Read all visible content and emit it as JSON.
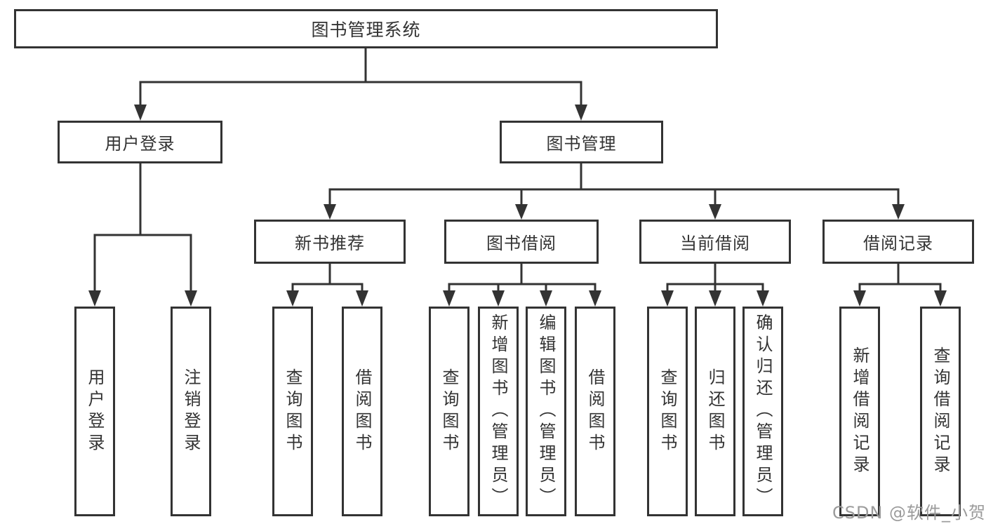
{
  "title": {
    "label": "图书管理系统"
  },
  "level2": [
    {
      "label": "用户登录"
    },
    {
      "label": "图书管理"
    }
  ],
  "level3": [
    {
      "label": "新书推荐"
    },
    {
      "label": "图书借阅"
    },
    {
      "label": "当前借阅"
    },
    {
      "label": "借阅记录"
    }
  ],
  "leaves": [
    {
      "label": "用户登录"
    },
    {
      "label": "注销登录"
    },
    {
      "label": "查询图书"
    },
    {
      "label": "借阅图书"
    },
    {
      "label": "查询图书"
    },
    {
      "label": "新增图书（管理员）"
    },
    {
      "label": "编辑图书（管理员）"
    },
    {
      "label": "借阅图书"
    },
    {
      "label": "查询图书"
    },
    {
      "label": "归还图书"
    },
    {
      "label": "确认归还（管理员）"
    },
    {
      "label": "新增借阅记录"
    },
    {
      "label": "查询借阅记录"
    }
  ],
  "watermark": {
    "text": "CSDN @软件_小贺同学"
  },
  "colors": {
    "line": "#333333",
    "text": "#333333",
    "watermark_text": "#9b9b9b",
    "background": "#ffffff"
  }
}
